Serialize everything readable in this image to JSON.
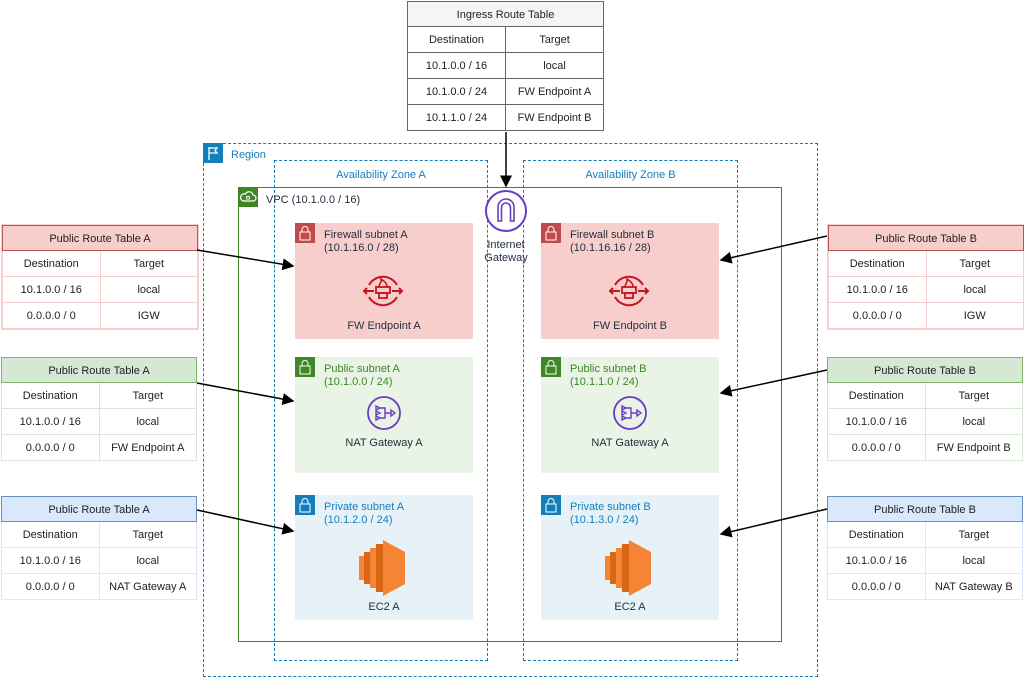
{
  "ingress_table": {
    "title": "Ingress Route Table",
    "headers": [
      "Destination",
      "Target"
    ],
    "rows": [
      [
        "10.1.0.0 / 16",
        "local"
      ],
      [
        "10.1.0.0 / 24",
        "FW Endpoint A"
      ],
      [
        "10.1.1.0 / 24",
        "FW Endpoint B"
      ]
    ]
  },
  "left_tables": [
    {
      "title": "Public Route Table A",
      "color": "red",
      "headers": [
        "Destination",
        "Target"
      ],
      "rows": [
        [
          "10.1.0.0 / 16",
          "local"
        ],
        [
          "0.0.0.0 / 0",
          "IGW"
        ]
      ]
    },
    {
      "title": "Public Route Table A",
      "color": "green",
      "headers": [
        "Destination",
        "Target"
      ],
      "rows": [
        [
          "10.1.0.0 / 16",
          "local"
        ],
        [
          "0.0.0.0 / 0",
          "FW Endpoint A"
        ]
      ]
    },
    {
      "title": "Public Route Table A",
      "color": "blue",
      "headers": [
        "Destination",
        "Target"
      ],
      "rows": [
        [
          "10.1.0.0 / 16",
          "local"
        ],
        [
          "0.0.0.0 / 0",
          "NAT Gateway A"
        ]
      ]
    }
  ],
  "right_tables": [
    {
      "title": "Public Route Table B",
      "color": "red",
      "headers": [
        "Destination",
        "Target"
      ],
      "rows": [
        [
          "10.1.0.0 / 16",
          "local"
        ],
        [
          "0.0.0.0 / 0",
          "IGW"
        ]
      ]
    },
    {
      "title": "Public Route Table B",
      "color": "green",
      "headers": [
        "Destination",
        "Target"
      ],
      "rows": [
        [
          "10.1.0.0 / 16",
          "local"
        ],
        [
          "0.0.0.0 / 0",
          "FW Endpoint B"
        ]
      ]
    },
    {
      "title": "Public Route Table B",
      "color": "blue",
      "headers": [
        "Destination",
        "Target"
      ],
      "rows": [
        [
          "10.1.0.0 / 16",
          "local"
        ],
        [
          "0.0.0.0 / 0",
          "NAT Gateway B"
        ]
      ]
    }
  ],
  "region": {
    "label": "Region",
    "icon": "flag-icon"
  },
  "vpc": {
    "label": "VPC (10.1.0.0 / 16)",
    "icon": "cloud-lock-icon"
  },
  "internet_gateway": {
    "label_line1": "Internet",
    "label_line2": "Gateway",
    "icon": "internet-gateway-icon"
  },
  "zones": [
    {
      "label": "Availability Zone A",
      "firewall_subnet": {
        "name": "Firewall subnet A",
        "cidr": "(10.1.16.0 / 28)",
        "resource": "FW Endpoint A"
      },
      "public_subnet": {
        "name": "Public subnet A",
        "cidr": "(10.1.0.0 / 24)",
        "resource": "NAT Gateway A"
      },
      "private_subnet": {
        "name": "Private subnet A",
        "cidr": "(10.1.2.0 / 24)",
        "resource": "EC2 A"
      }
    },
    {
      "label": "Availability Zone B",
      "firewall_subnet": {
        "name": "Firewall subnet B",
        "cidr": "(10.1.16.16 / 28)",
        "resource": "FW Endpoint B"
      },
      "public_subnet": {
        "name": "Public subnet B",
        "cidr": "(10.1.1.0 / 24)",
        "resource": "NAT Gateway A"
      },
      "private_subnet": {
        "name": "Private subnet B",
        "cidr": "(10.1.3.0 / 24)",
        "resource": "EC2 A"
      }
    }
  ],
  "colors": {
    "region_border": "#147eba",
    "vpc_border": "#3f8624",
    "firewall_fill": "#f8cecc",
    "firewall_accent": "#c7131f",
    "public_fill": "#e9f3e6",
    "public_accent": "#3f8624",
    "private_fill": "#e6f2f8",
    "private_accent": "#147eba",
    "gateway_purple": "#693cc5",
    "ec2_orange": "#f58534"
  }
}
